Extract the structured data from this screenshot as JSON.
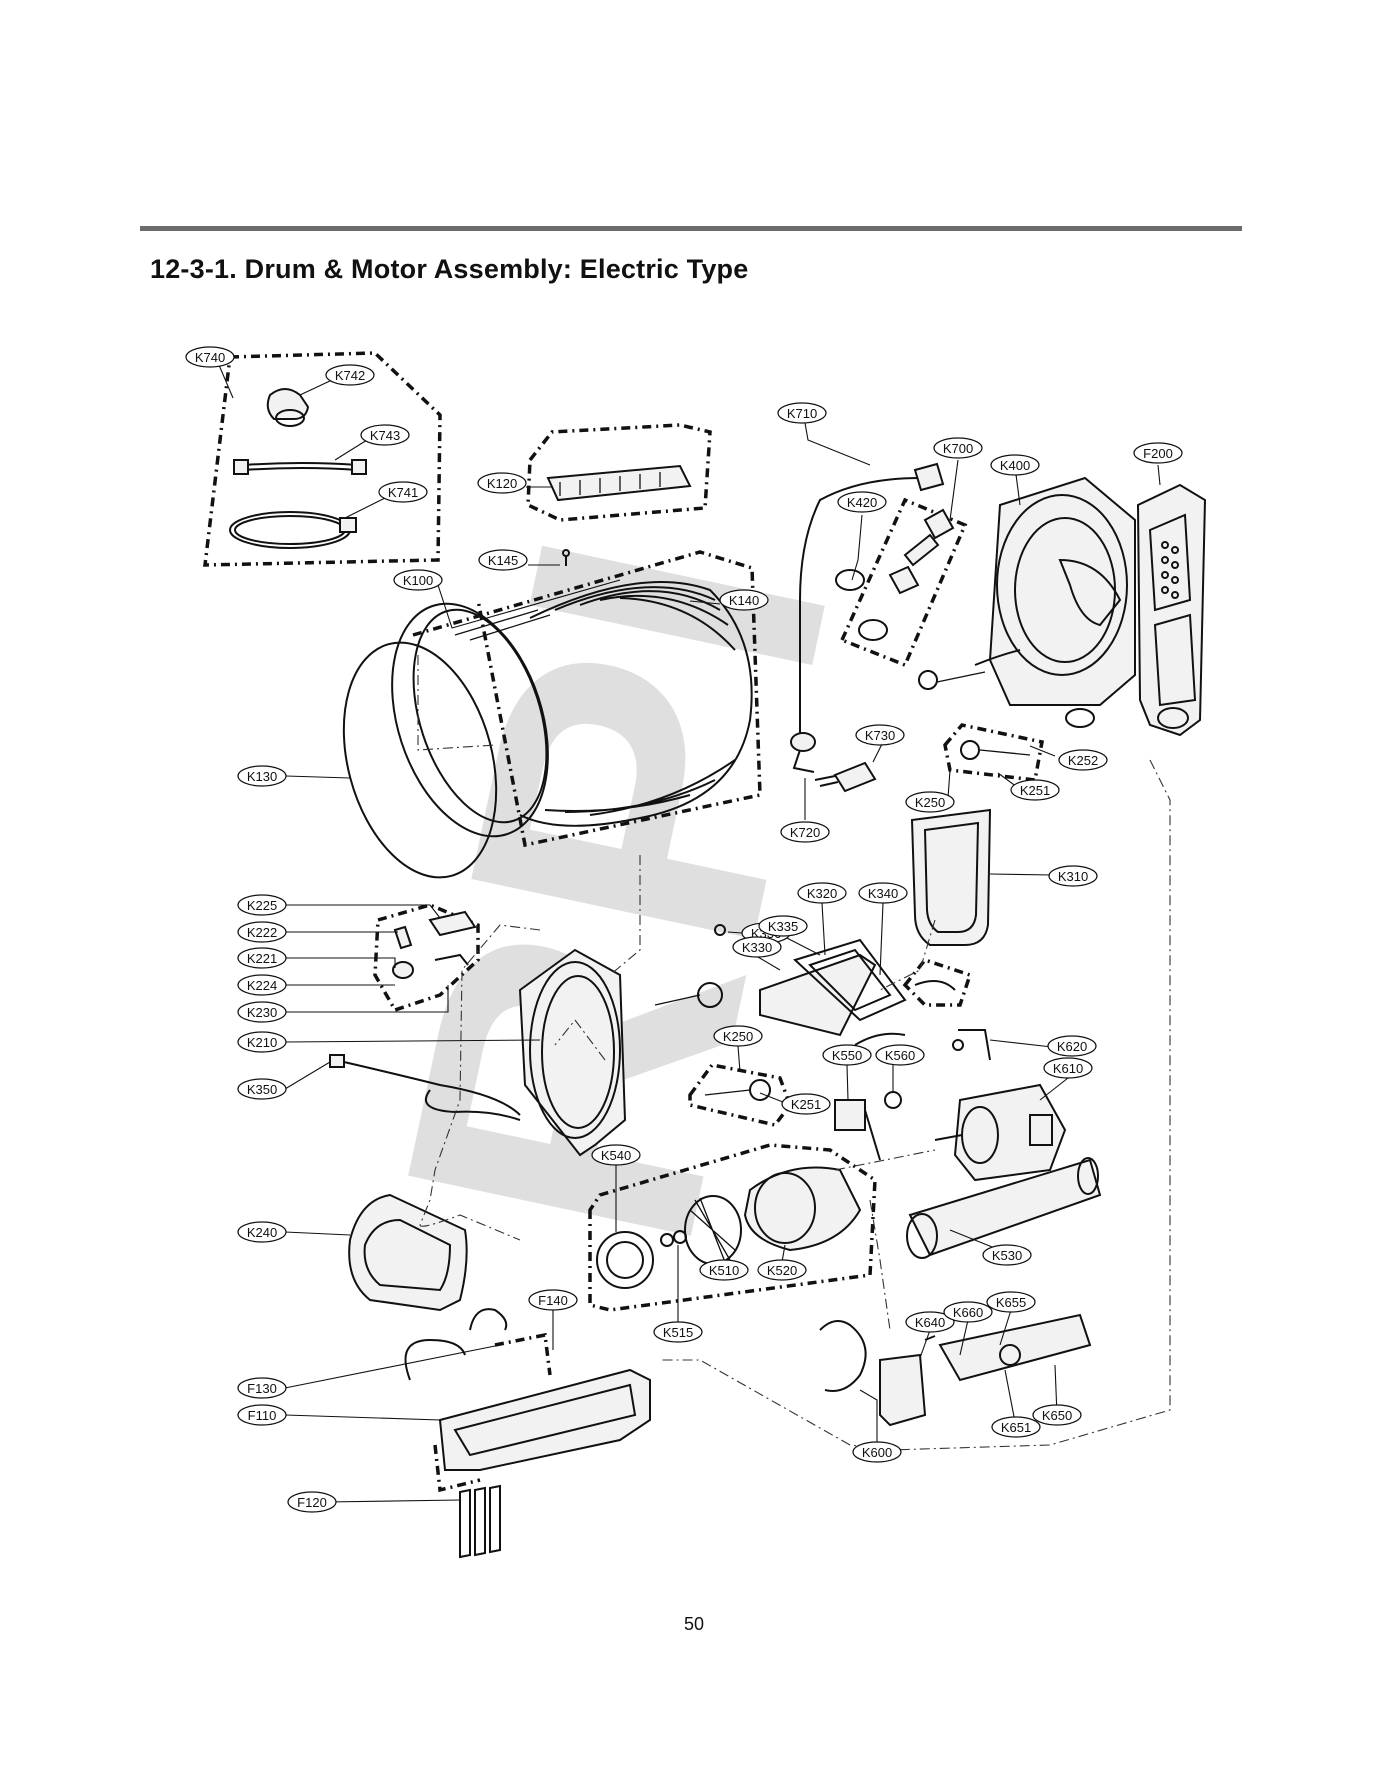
{
  "page": {
    "title": "12-3-1. Drum & Motor Assembly: Electric Type",
    "page_number": "50",
    "watermark": "RPI"
  },
  "callouts": {
    "k740": "K740",
    "k742": "K742",
    "k743": "K743",
    "k741": "K741",
    "k120": "K120",
    "k145": "K145",
    "k100": "K100",
    "k140": "K140",
    "k130": "K130",
    "k710": "K710",
    "k700": "K700",
    "k400": "K400",
    "f200": "F200",
    "k420": "K420",
    "k730": "K730",
    "k720": "K720",
    "k252": "K252",
    "k251a": "K251",
    "k250a": "K250",
    "k310": "K310",
    "k225": "K225",
    "k222": "K222",
    "k221": "K221",
    "k224": "K224",
    "k230": "K230",
    "k210": "K210",
    "k350": "K350",
    "k336": "K336",
    "k320": "K320",
    "k340": "K340",
    "k335": "K335",
    "k330": "K330",
    "k250b": "K250",
    "k251b": "K251",
    "k550": "K550",
    "k560": "K560",
    "k620": "K620",
    "k610": "K610",
    "k540": "K540",
    "k240": "K240",
    "k510": "K510",
    "k520": "K520",
    "k530": "K530",
    "k515": "K515",
    "f140": "F140",
    "f130": "F130",
    "f110": "F110",
    "f120": "F120",
    "k640": "K640",
    "k660": "K660",
    "k655": "K655",
    "k651": "K651",
    "k650": "K650",
    "k600": "K600"
  }
}
